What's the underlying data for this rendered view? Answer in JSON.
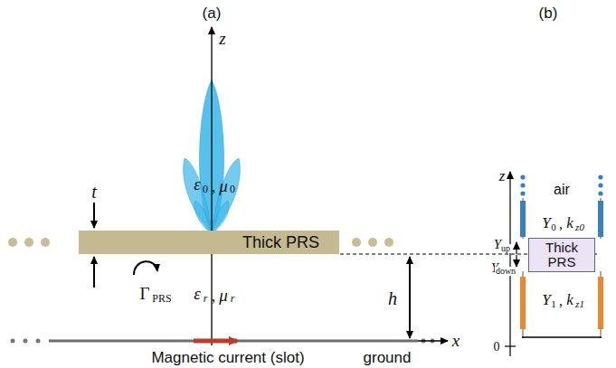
{
  "diagram": {
    "nodes": [
      {
        "text": [
          "Thick PRS"
        ]
      },
      {
        "text": [
          "Thick PRS"
        ]
      }
    ],
    "labels": [
      "(a)",
      "(b)",
      "z",
      "t",
      "ε",
      "0",
      ",",
      "μ",
      "0",
      "Γ",
      "PRS",
      "ε",
      "r",
      ",",
      "μ",
      "r",
      "h",
      "x",
      "Magnetic current (slot)",
      "ground",
      "z",
      "air",
      "Y",
      "0",
      ",",
      "k",
      "z0",
      "Y",
      "up",
      "Y",
      "down",
      "Y",
      "1",
      ",",
      "k",
      "z1",
      "0"
    ]
  }
}
